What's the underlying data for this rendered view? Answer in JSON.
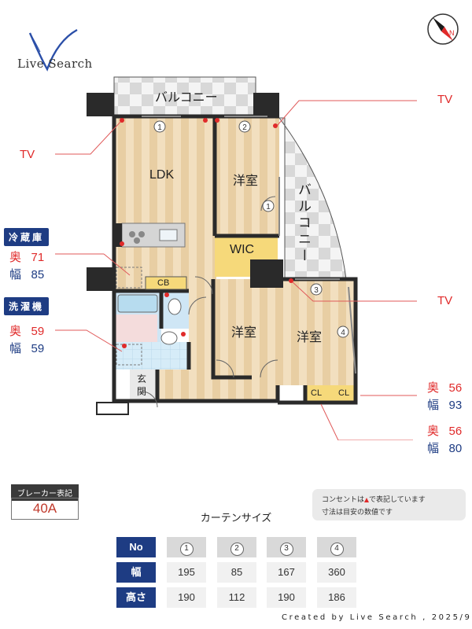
{
  "brand": {
    "name": "Live Search"
  },
  "plan": {
    "tv_label": "TV",
    "rooms": {
      "balcony_top": "バルコニー",
      "balcony_side": "バルコニー",
      "ldk": "LDK",
      "western_room": "洋室",
      "wic": "WIC",
      "cb": "CB",
      "entrance": "玄関",
      "cl": "CL"
    },
    "window_numbers": [
      "1",
      "2",
      "1",
      "3",
      "4"
    ]
  },
  "appliances": [
    {
      "name": "冷蔵庫",
      "depth_label": "奥",
      "depth": "71",
      "width_label": "幅",
      "width": "85"
    },
    {
      "name": "洗濯機",
      "depth_label": "奥",
      "depth": "59",
      "width_label": "幅",
      "width": "59"
    }
  ],
  "closets": [
    {
      "depth_label": "奥",
      "depth": "56",
      "width_label": "幅",
      "width": "93"
    },
    {
      "depth_label": "奥",
      "depth": "56",
      "width_label": "幅",
      "width": "80"
    }
  ],
  "breaker": {
    "label": "ブレーカー表記",
    "value": "40A"
  },
  "notes": {
    "line1_before": "コンセントは",
    "line1_after": "で表記しています",
    "line2": "寸法は目安の数値です"
  },
  "curtain": {
    "title": "カーテンサイズ",
    "headers": [
      "No",
      "幅",
      "高さ"
    ],
    "columns": [
      "1",
      "2",
      "3",
      "4"
    ],
    "width": [
      "195",
      "85",
      "167",
      "360"
    ],
    "height": [
      "190",
      "112",
      "190",
      "186"
    ]
  },
  "credit": "Created by Live Search , 2025/9",
  "colors": {
    "tv_red": "#e02a2a",
    "tag_navy": "#1e3c83",
    "floor_wood": "#efd9b5",
    "wic_yellow": "#f6d97a",
    "bath_blue": "#cfe6f5"
  }
}
